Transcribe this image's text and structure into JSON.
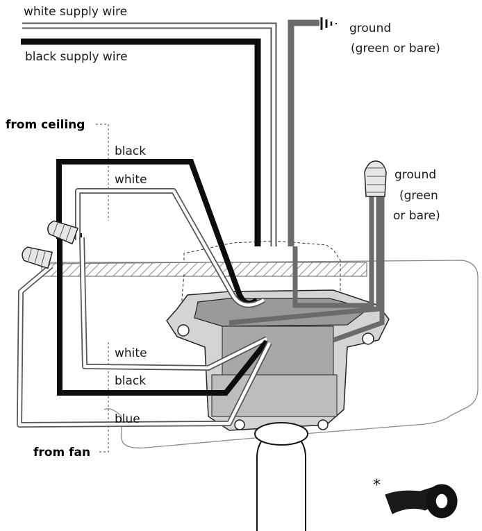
{
  "labels": {
    "white_supply": "white supply wire",
    "black_supply": "black supply wire",
    "ground_top_line1": "ground",
    "ground_top_line2": "(green or bare)",
    "from_ceiling": "from ceiling",
    "ceiling_black": "black",
    "ceiling_white": "white",
    "ground_right_line1": "ground",
    "ground_right_line2": "(green",
    "ground_right_line3": "or bare)",
    "fan_white": "white",
    "fan_black": "black",
    "fan_blue": "blue",
    "from_fan": "from fan",
    "asterisk": "*"
  },
  "colors": {
    "black_wire": "#0d0d0d",
    "ground_wire": "#6b6b6b",
    "white_wire_fill": "#ffffff",
    "white_wire_outline": "#555555",
    "housing_fill": "#9a9a9a",
    "housing_light": "#d4d4d4",
    "ceiling_outline": "#777777"
  },
  "icons": [
    "ground-symbol-icon",
    "wire-nut-icon",
    "electrical-tape-icon"
  ]
}
